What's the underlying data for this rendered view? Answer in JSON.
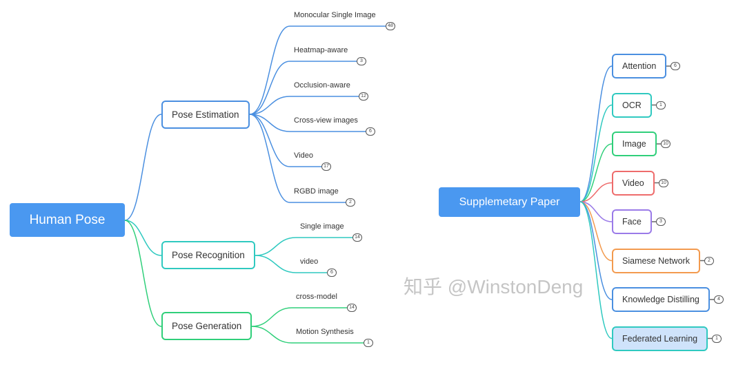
{
  "left": {
    "root": "Human Pose",
    "branches": [
      {
        "label": "Pose Estimation",
        "color": "#4a8fe0",
        "leaves": [
          {
            "label": "Monocular Single Image",
            "count": "48"
          },
          {
            "label": "Heatmap-aware",
            "count": "3"
          },
          {
            "label": "Occlusion-aware",
            "count": "12"
          },
          {
            "label": "Cross-view images",
            "count": "6"
          },
          {
            "label": "Video",
            "count": "17"
          },
          {
            "label": "RGBD image",
            "count": "2"
          }
        ]
      },
      {
        "label": "Pose Recognition",
        "color": "#2fc9c0",
        "leaves": [
          {
            "label": "Single image",
            "count": "14"
          },
          {
            "label": "video",
            "count": "6"
          }
        ]
      },
      {
        "label": "Pose Generation",
        "color": "#2fcf7a",
        "leaves": [
          {
            "label": "cross-model",
            "count": "14"
          },
          {
            "label": "Motion Synthesis",
            "count": "1"
          }
        ]
      }
    ]
  },
  "right": {
    "root": "Supplemetary Paper",
    "items": [
      {
        "label": "Attention",
        "count": "6",
        "color": "#4a8fe0"
      },
      {
        "label": "OCR",
        "count": "1",
        "color": "#2fc9c0"
      },
      {
        "label": "Image",
        "count": "10",
        "color": "#2fcf7a"
      },
      {
        "label": "Video",
        "count": "10",
        "color": "#ee6b6b"
      },
      {
        "label": "Face",
        "count": "3",
        "color": "#9a7ae8"
      },
      {
        "label": "Siamese Network",
        "count": "2",
        "color": "#f39a4e"
      },
      {
        "label": "Knowledge Distilling",
        "count": "4",
        "color": "#4a8fe0"
      },
      {
        "label": "Federated Learning",
        "count": "1",
        "color": "#2fc9c0"
      }
    ]
  },
  "watermark": "知乎 @WinstonDeng"
}
